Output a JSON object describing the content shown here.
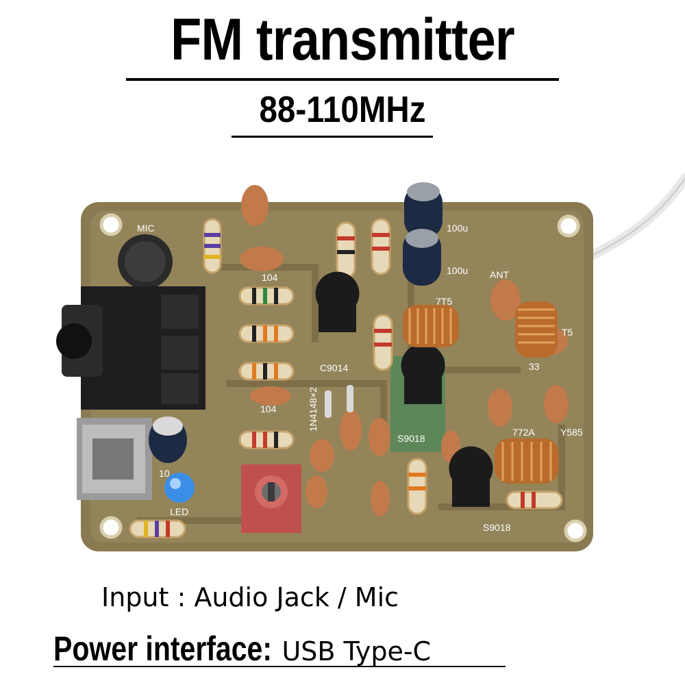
{
  "title": "FM transmitter",
  "subtitle": "88-110MHz",
  "input_text": "Input : Audio Jack  / Mic",
  "power": {
    "label": "Power interface:",
    "value": "USB Type-C"
  },
  "board_labels": {
    "mic": "MIC",
    "ant": "ANT",
    "led": "LED",
    "cap_104_a": "104",
    "cap_104_b": "104",
    "c9014": "C9014",
    "s9018_a": "S9018",
    "s9018_b": "S9018",
    "diodes": "1N4148×2",
    "cap_100u_a": "100u",
    "cap_100u_b": "100u",
    "coil_7t5": "7T5",
    "coil_t5": "T5",
    "cap_33": "33",
    "code_772a": "772A",
    "code_y585": "Y585",
    "code_10": "10"
  },
  "colors": {
    "pcb": "#8a7a52",
    "pcb_dark": "#6f6240",
    "copper": "#b86b2c",
    "ceramic": "#c27a4a",
    "jack": "#1e1e1e",
    "led": "#3a8ee6",
    "trimmer": "#c0504d"
  }
}
